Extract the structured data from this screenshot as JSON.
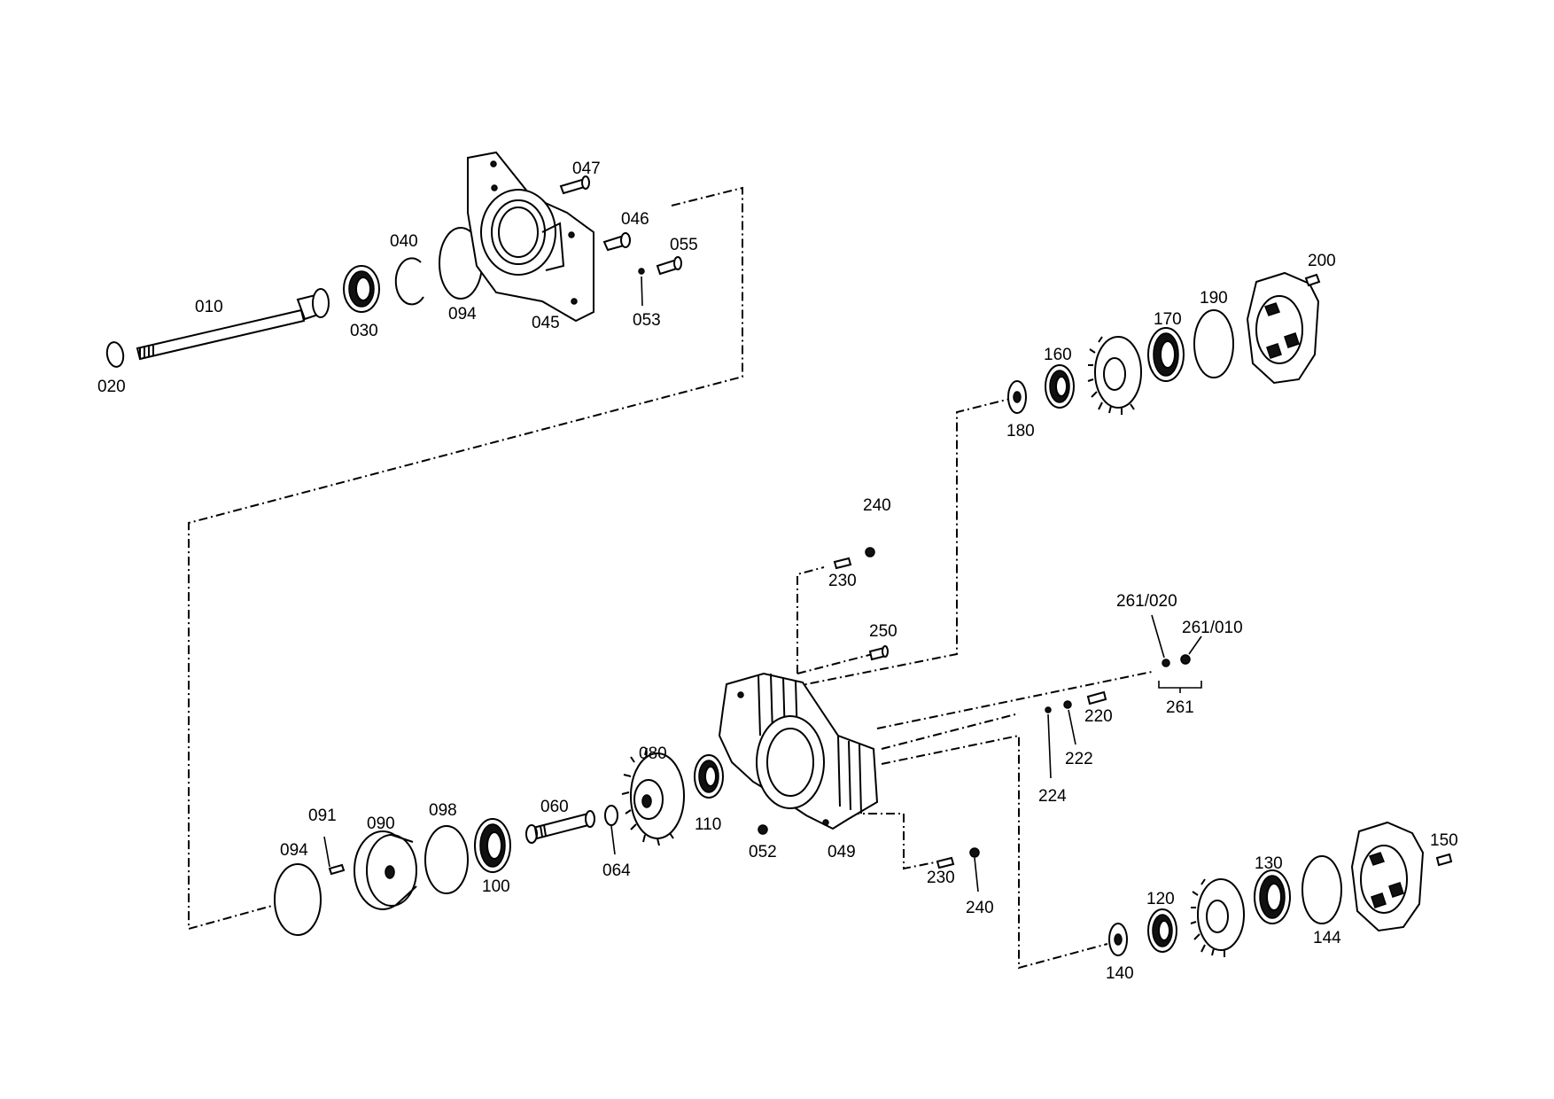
{
  "diagram": {
    "labels": {
      "p010": "010",
      "p020": "020",
      "p030": "030",
      "p040": "040",
      "p094a": "094",
      "p045": "045",
      "p047": "047",
      "p046": "046",
      "p055": "055",
      "p053": "053",
      "p200": "200",
      "p190": "190",
      "p170": "170",
      "p160": "160",
      "p180": "180",
      "p240a": "240",
      "p230a": "230",
      "p250": "250",
      "p261_020": "261/020",
      "p261_010": "261/010",
      "p261": "261",
      "p220": "220",
      "p222": "222",
      "p224": "224",
      "p080": "080",
      "p110": "110",
      "p060": "060",
      "p064": "064",
      "p052": "052",
      "p049": "049",
      "p091": "091",
      "p090": "090",
      "p098": "098",
      "p094b": "094",
      "p100": "100",
      "p230b": "230",
      "p240b": "240",
      "p150": "150",
      "p130": "130",
      "p120": "120",
      "p144": "144",
      "p140": "140"
    }
  }
}
